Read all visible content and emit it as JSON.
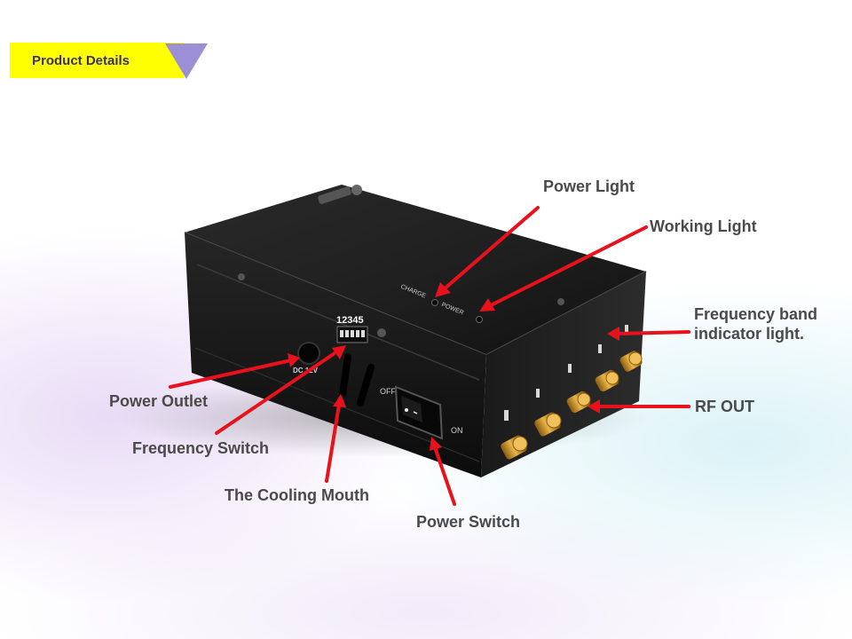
{
  "header": {
    "title": "Product Details",
    "banner_color": "#ffff00",
    "triangle_color": "#9d8fd6"
  },
  "device": {
    "port_numbers": "12345",
    "dc_label": "DC 12V",
    "charge_label": "CHARGE",
    "power_label": "POWER",
    "off_label": "OFF",
    "on_label": "ON"
  },
  "callouts": {
    "arrow_color": "#e8111c",
    "power_light": "Power Light",
    "working_light": "Working Light",
    "frequency_band_indicator": "Frequency band indicator light.",
    "rf_out": "RF OUT",
    "power_outlet": "Power Outlet",
    "frequency_switch": "Frequency Switch",
    "cooling_mouth": "The Cooling Mouth",
    "power_switch": "Power Switch"
  }
}
